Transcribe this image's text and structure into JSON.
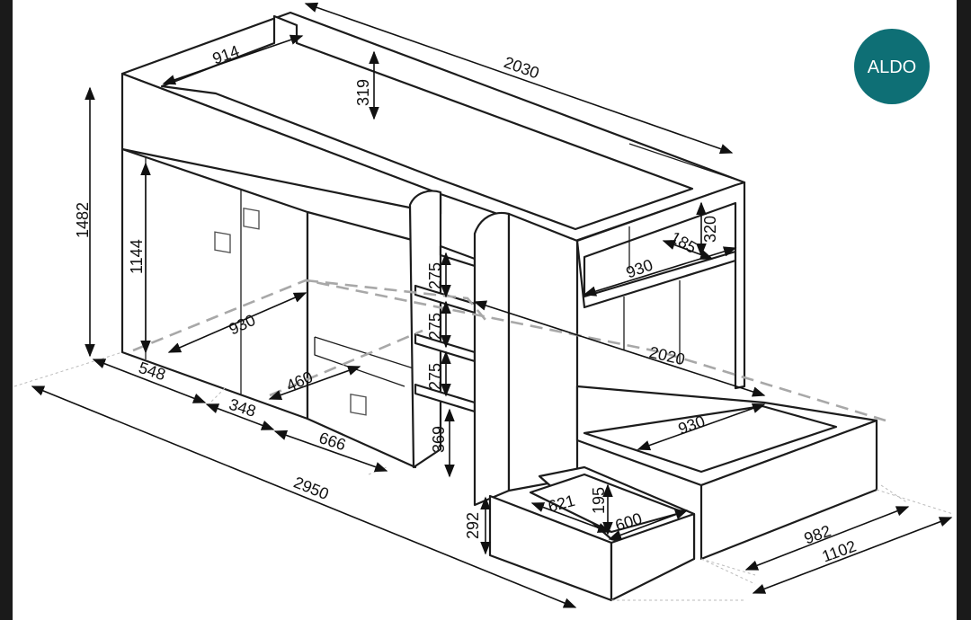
{
  "logo": {
    "text": "ALDO",
    "color": "#0e6f75"
  },
  "dimensions": {
    "top_width": "914",
    "total_length": "2030",
    "rail_height": "319",
    "total_height": "1482",
    "wardrobe_height": "1144",
    "shelf_height": "320",
    "shelf_depth": "185",
    "shelf_width": "930",
    "step_1": "275",
    "step_2": "275",
    "step_3": "275",
    "bottom_step": "369",
    "desk_depth": "930",
    "lower_bed_length": "2020",
    "desk_width": "460",
    "wardrobe_width": "548",
    "section_width": "348",
    "desk_length": "666",
    "overall_length": "2950",
    "lower_bed_width": "930",
    "drawer_width": "621",
    "drawer_height": "195",
    "drawer_depth": "600",
    "drawer_front_height": "292",
    "pullout_depth": "982",
    "overall_depth": "1102"
  }
}
